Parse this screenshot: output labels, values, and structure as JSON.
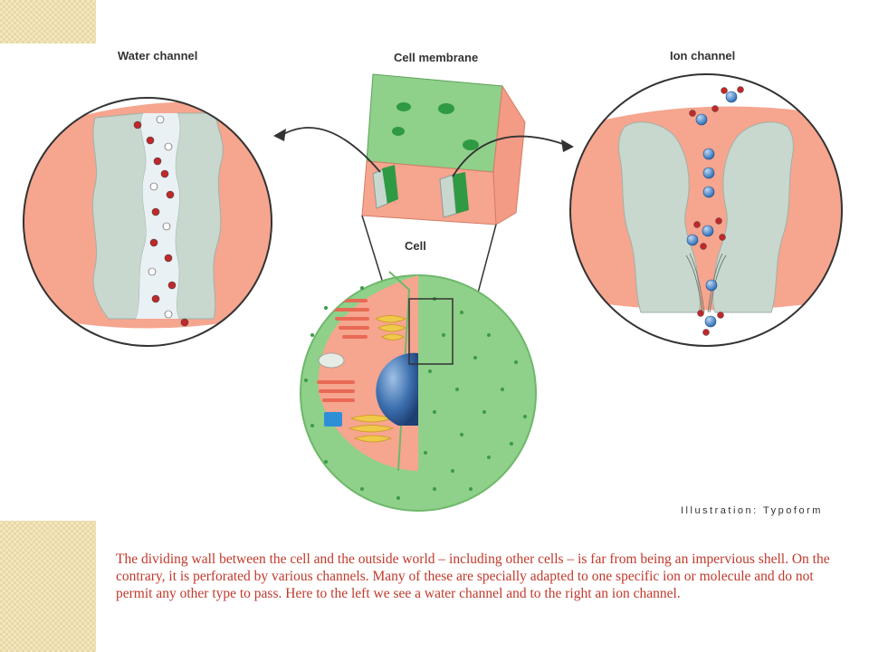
{
  "labels": {
    "water_channel": "Water channel",
    "cell_membrane": "Cell membrane",
    "ion_channel": "Ion channel",
    "cell": "Cell"
  },
  "credit": "Illustration: Typoform",
  "caption": "The dividing wall between the cell and the outside world – including other cells – is far from being an impervious shell. On the contrary, it is perforated by various channels. Many of these are specially adapted to one specific ion or molecule and do not permit any other type to pass. Here to the left we see a water channel and to the right an ion channel.",
  "colors": {
    "membrane_pink": "#f6a58f",
    "protein_grey": "#c8d8cf",
    "cell_green": "#8fd08a",
    "caption_red": "#c0392b",
    "ion_blue": "#3f7fc6",
    "water_red": "#c0282a"
  }
}
